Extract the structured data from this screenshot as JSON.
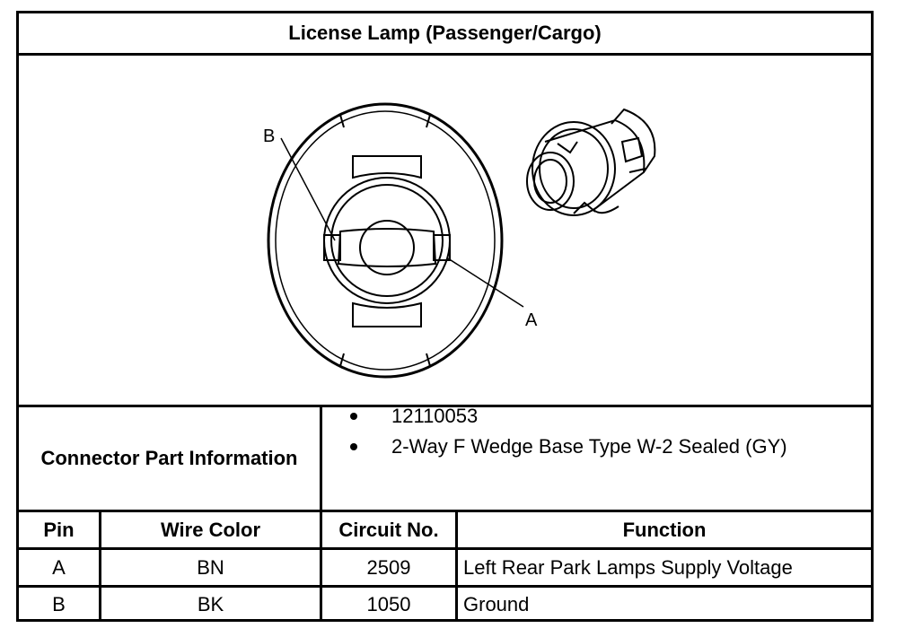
{
  "title": "License Lamp (Passenger/Cargo)",
  "diagram": {
    "label_b": "B",
    "label_a": "A"
  },
  "connector": {
    "label": "Connector Part Information",
    "items": [
      "12110053",
      "2-Way F Wedge Base Type W-2 Sealed (GY)"
    ]
  },
  "table": {
    "headers": [
      "Pin",
      "Wire Color",
      "Circuit No.",
      "Function"
    ],
    "rows": [
      [
        "A",
        "BN",
        "2509",
        "Left Rear Park Lamps Supply Voltage"
      ],
      [
        "B",
        "BK",
        "1050",
        "Ground"
      ]
    ]
  }
}
